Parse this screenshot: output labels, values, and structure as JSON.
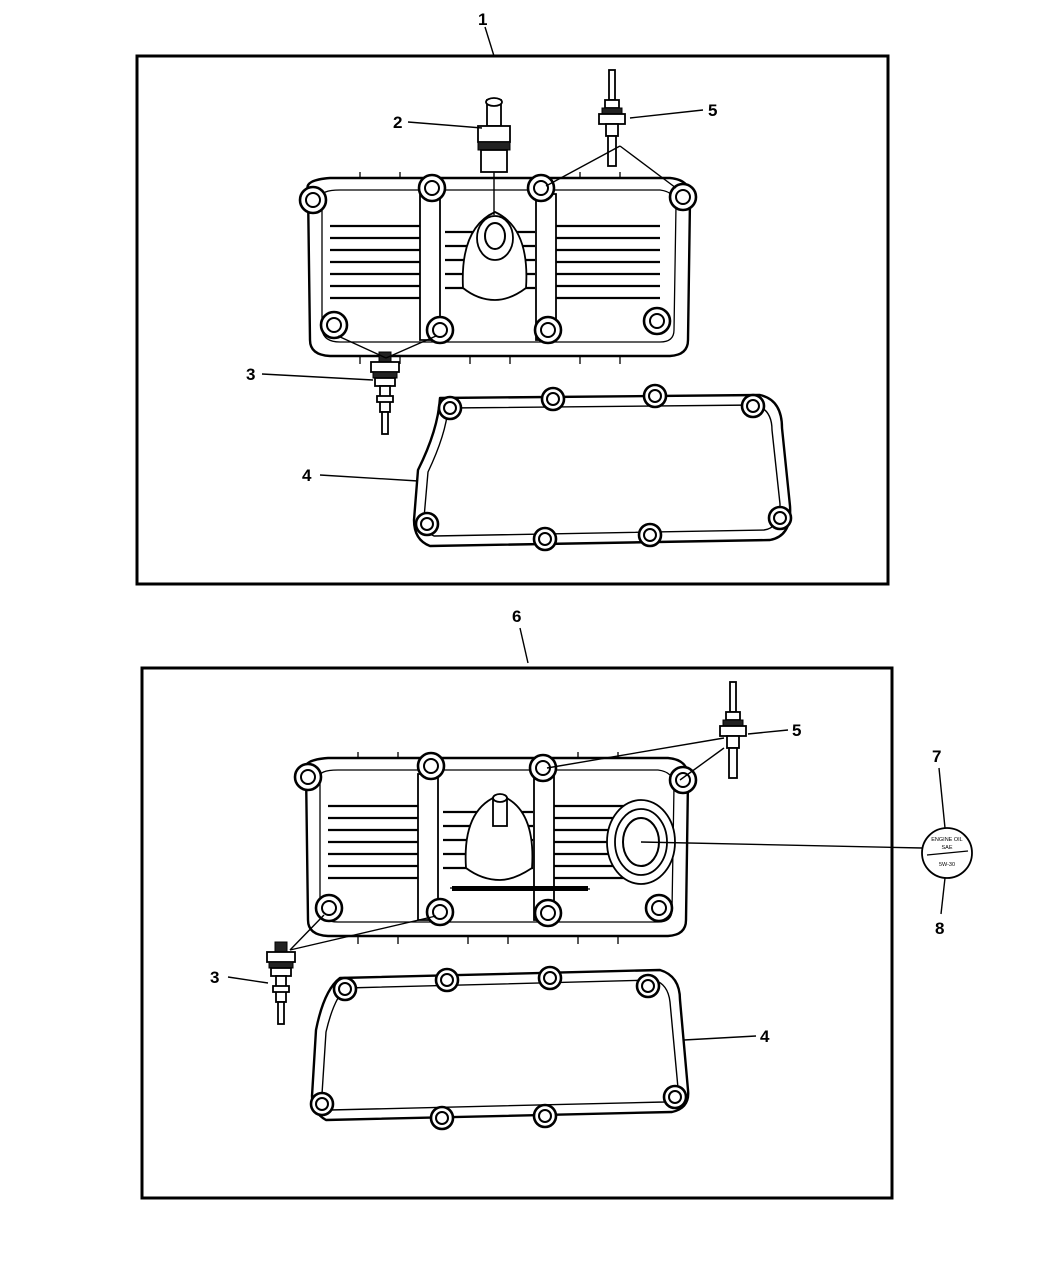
{
  "callouts": {
    "c1": "1",
    "c2": "2",
    "c3a": "3",
    "c4a": "4",
    "c5a": "5",
    "c6": "6",
    "c3b": "3",
    "c4b": "4",
    "c5b": "5",
    "c7": "7",
    "c8": "8"
  },
  "cap_text": {
    "line1": "ENGINE OIL",
    "line2": "SAE",
    "line3": "5W-30"
  }
}
